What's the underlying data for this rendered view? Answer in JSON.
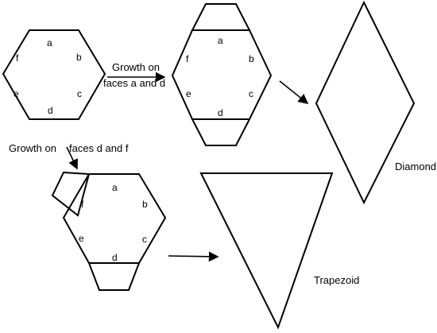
{
  "hex1": {
    "faces": [
      "a",
      "b",
      "c",
      "d",
      "e",
      "f"
    ]
  },
  "hex2": {
    "faces": [
      "a",
      "b",
      "c",
      "d",
      "e",
      "f"
    ]
  },
  "hex3": {
    "faces": [
      "a",
      "b",
      "c",
      "d",
      "e",
      "f"
    ]
  },
  "arrow1": {
    "line1": "Growth on",
    "line2": "faces a and d"
  },
  "arrow2": {
    "line1": "Growth on",
    "line2": "faces d and f"
  },
  "results": {
    "diamond": "Diamond",
    "trapezoid": "Trapezoid"
  }
}
